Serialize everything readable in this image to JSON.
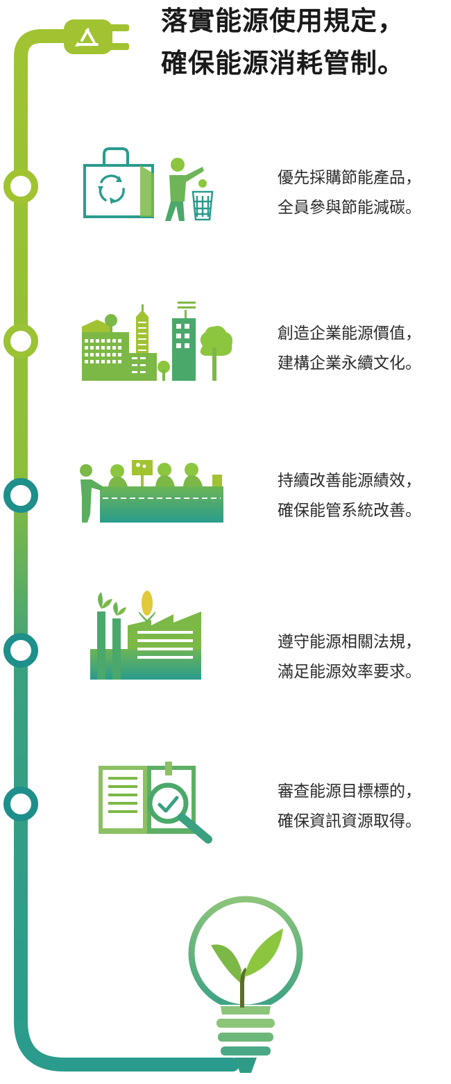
{
  "title": {
    "line1": "落實能源使用規定，",
    "line2": "確保能源消耗管制。"
  },
  "colors": {
    "green_light": "#a1c332",
    "green_mid": "#7cb846",
    "teal": "#2a9b8c"
  },
  "items": [
    {
      "icon": "shopping-bag-recycle-icon",
      "line1": "優先採購節能產品，",
      "line2": "全員參與節能減碳。"
    },
    {
      "icon": "city-trees-icon",
      "line1": "創造企業能源價值，",
      "line2": "建構企業永續文化。"
    },
    {
      "icon": "team-workbench-icon",
      "line1": "持續改善能源績效，",
      "line2": "確保能管系統改善。"
    },
    {
      "icon": "green-factory-icon",
      "line1": "遵守能源相關法規，",
      "line2": "滿足能源效率要求。"
    },
    {
      "icon": "book-magnifier-check-icon",
      "line1": "審查能源目標標的，",
      "line2": "確保資訊資源取得。"
    }
  ]
}
